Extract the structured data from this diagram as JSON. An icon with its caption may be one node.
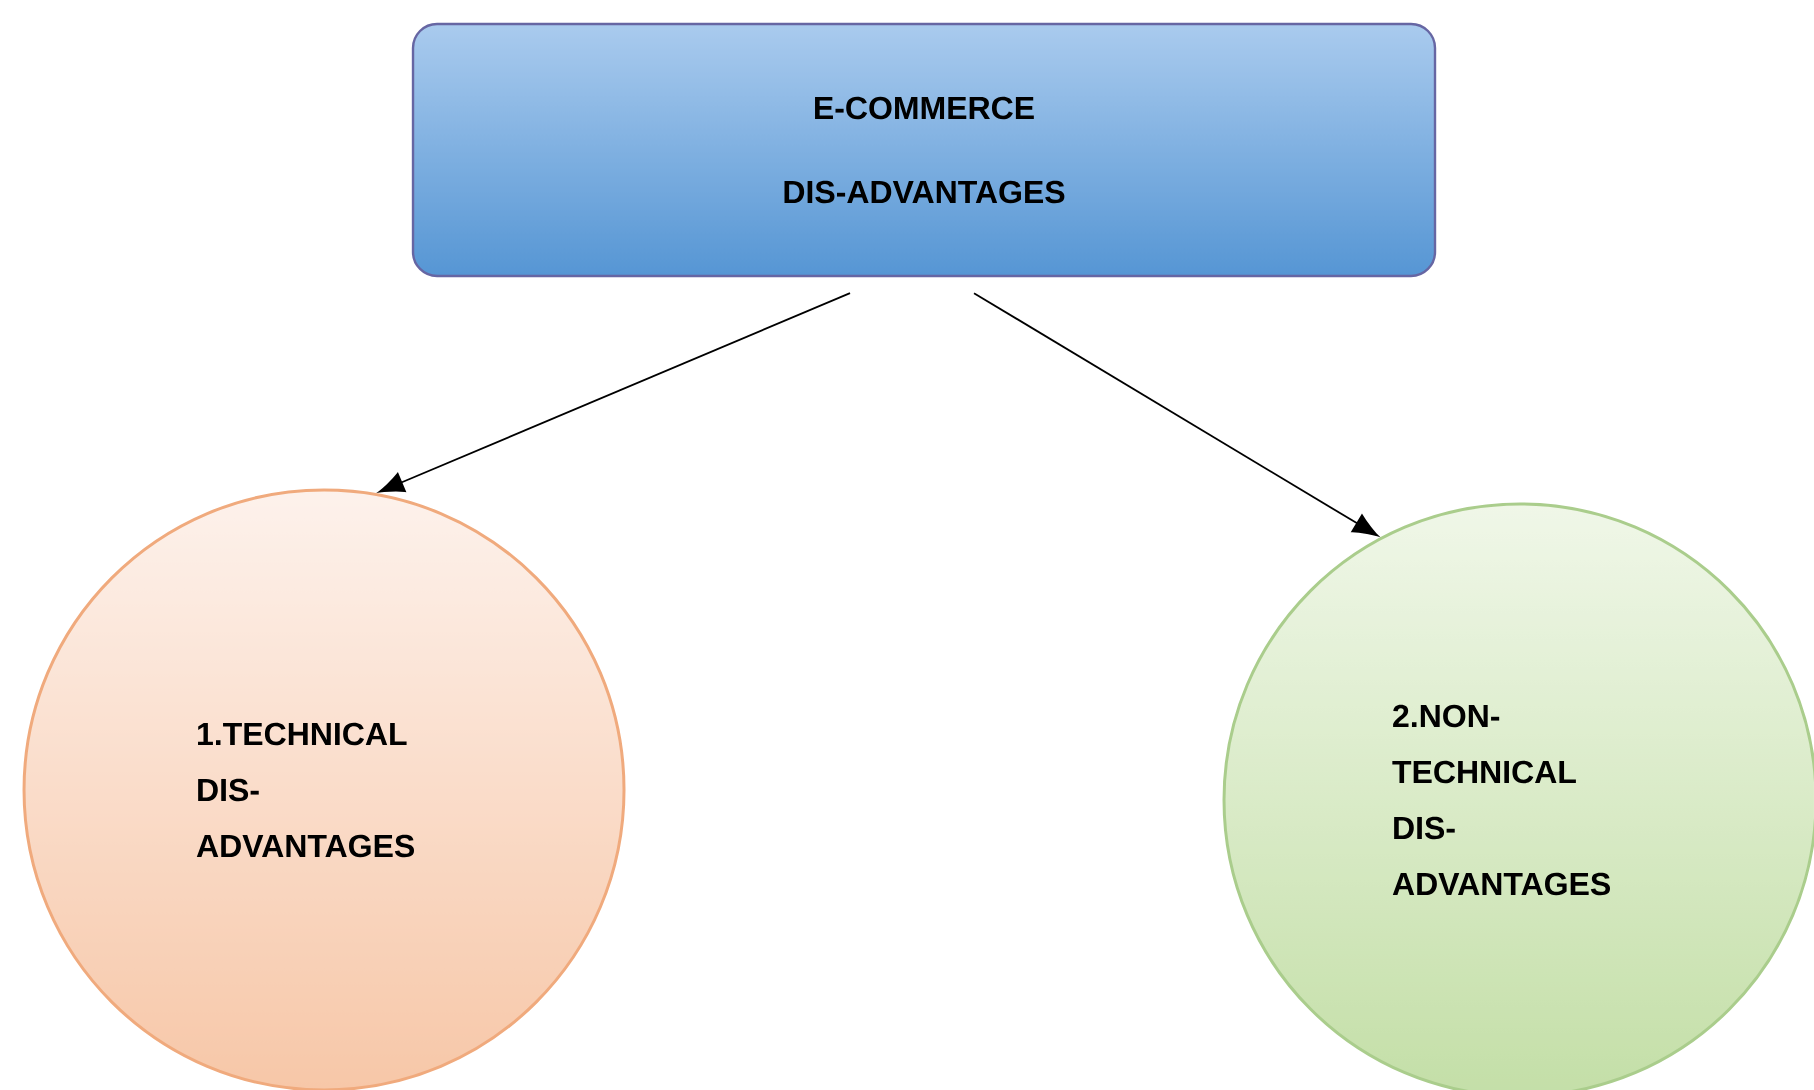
{
  "diagram": {
    "nodes": [
      {
        "text": [
          "E-COMMERCE",
          "DIS-ADVANTAGES"
        ]
      },
      {
        "text": [
          "1.TECHNICAL DIS-ADVANTAGES"
        ]
      },
      {
        "text": [
          "2.NON-TECHNICAL DIS-ADVANTAGES"
        ]
      }
    ],
    "edges": [
      {
        "from": 0,
        "to": 1,
        "arrow": "to"
      },
      {
        "from": 0,
        "to": 2,
        "arrow": "to"
      }
    ]
  }
}
